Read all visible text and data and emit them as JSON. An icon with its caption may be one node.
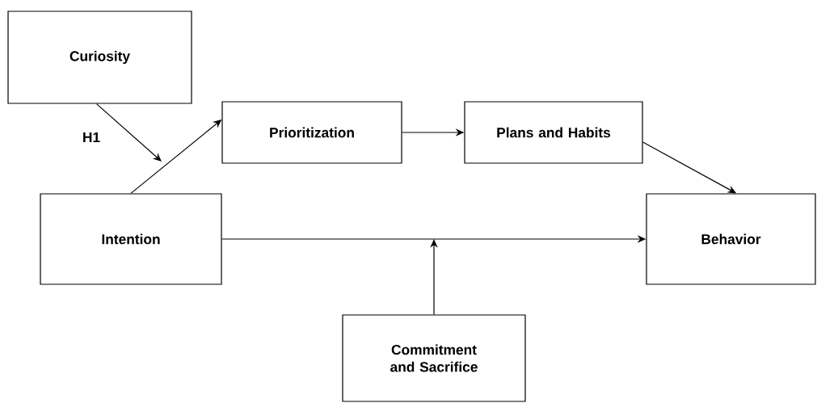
{
  "diagram": {
    "nodes": [
      {
        "text": [
          "Curiosity"
        ]
      },
      {
        "text": [
          "Prioritization"
        ]
      },
      {
        "text": [
          "Plans and Habits"
        ]
      },
      {
        "text": [
          "Intention"
        ]
      },
      {
        "text": [
          "Behavior"
        ]
      },
      {
        "text": [
          "Commitment and Sacrifice"
        ]
      }
    ],
    "edges": [
      {
        "from": 0,
        "to": null,
        "arrow": "to",
        "label": "H1"
      },
      {
        "from": 3,
        "to": 1,
        "arrow": "to"
      },
      {
        "from": 1,
        "to": 2,
        "arrow": "to"
      },
      {
        "from": 2,
        "to": 4,
        "arrow": "to"
      },
      {
        "from": 3,
        "to": 4,
        "arrow": "to"
      },
      {
        "from": 5,
        "to": null,
        "arrow": "to"
      }
    ]
  }
}
